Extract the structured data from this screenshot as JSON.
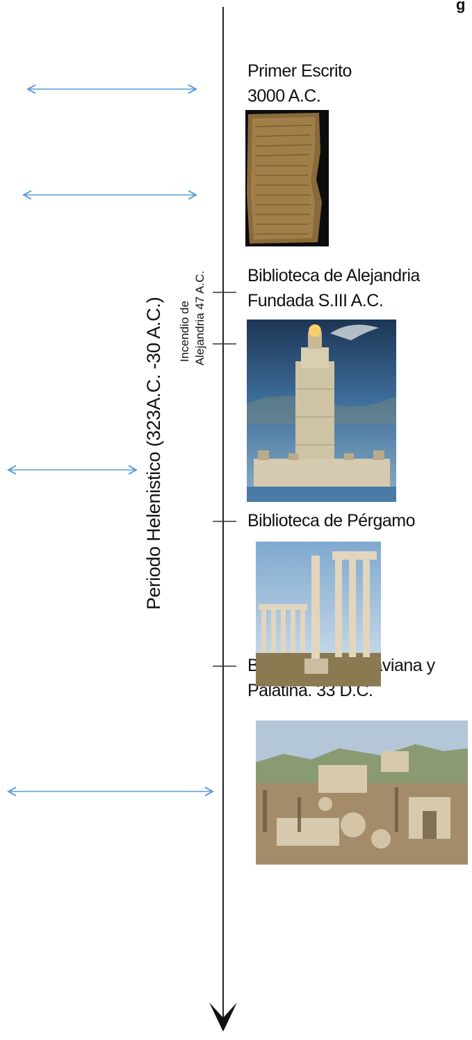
{
  "heading_fragment": "g",
  "periodo_label": "Periodo Helenistico (323A.C. -30 A.C.)",
  "incendio": {
    "line1": "Incendio de",
    "line2": "Alejandria 47 A.C."
  },
  "events": [
    {
      "id": "primer-escrito",
      "lines": [
        "Primer Escrito",
        "3000 A.C."
      ],
      "image_icon": "clay-tablet-icon"
    },
    {
      "id": "alejandria",
      "lines": [
        "Biblioteca de Alejandria",
        "Fundada S.III A.C."
      ],
      "image_icon": "lighthouse-icon"
    },
    {
      "id": "pergamo",
      "lines": [
        "Biblioteca de Pérgamo"
      ],
      "image_icon": "ruins-columns-icon"
    },
    {
      "id": "octaviana",
      "lines": [
        "Biblioteca de Octaviana y",
        "Palatina. 33 D.C."
      ],
      "image_icon": "roman-forum-icon"
    }
  ],
  "colors": {
    "axis": "#222222",
    "arrows": "#5b9bd5",
    "tick": "#333333"
  }
}
